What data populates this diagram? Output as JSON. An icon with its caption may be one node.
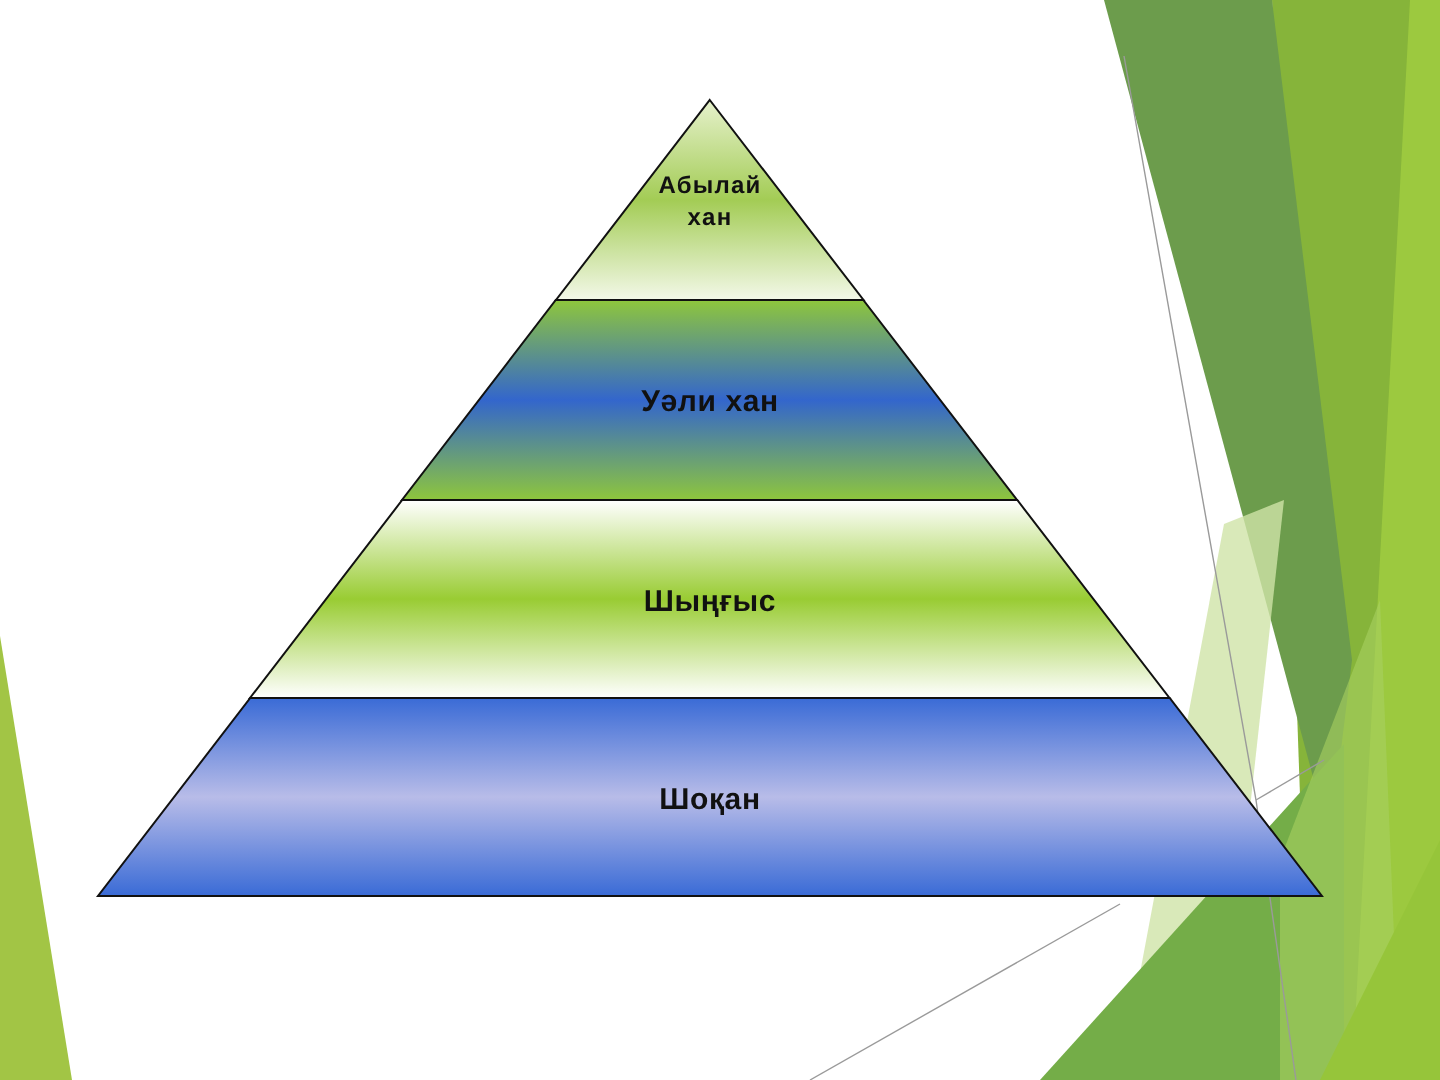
{
  "diagram": {
    "nodes": [
      {
        "text": [
          "Абылай хан"
        ]
      },
      {
        "text": [
          "Уәли хан"
        ]
      },
      {
        "text": [
          "Шыңғыс"
        ]
      },
      {
        "text": [
          "Шоқан"
        ]
      }
    ]
  }
}
